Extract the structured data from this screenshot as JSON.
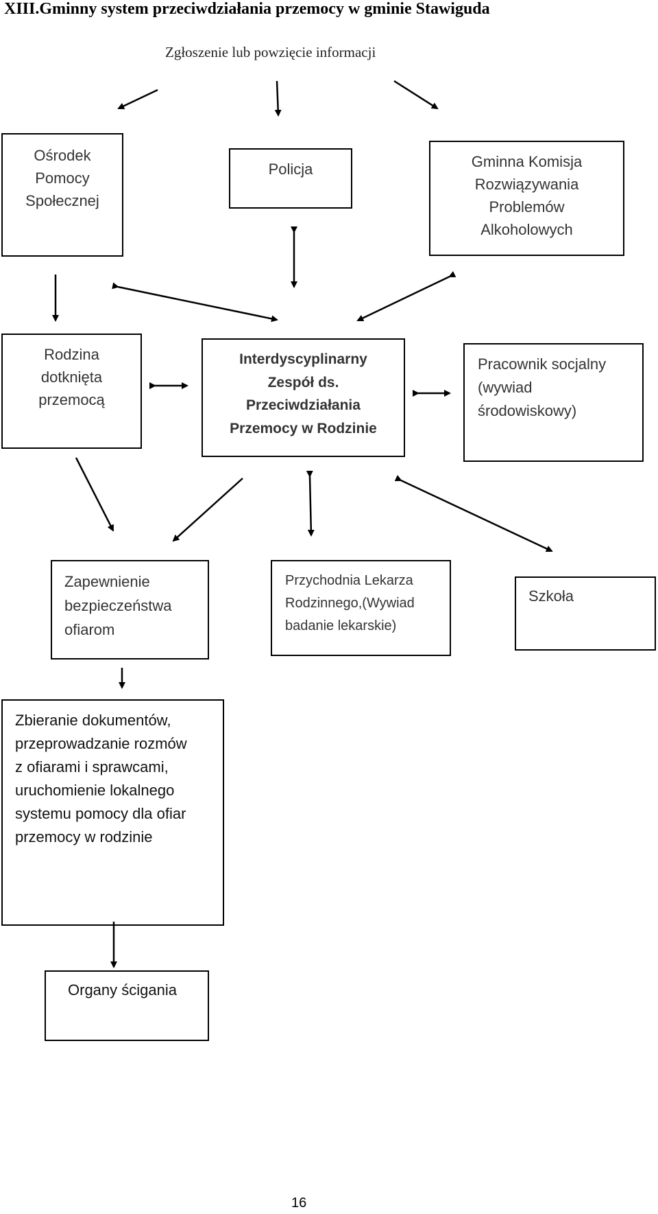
{
  "page": {
    "title": "XIII.Gminny system przeciwdziałania przemocy w gminie Stawiguda",
    "page_number": "16"
  },
  "diagram": {
    "top_label": "Zgłoszenie lub powzięcie informacji",
    "boxes": {
      "osrodek": "Ośrodek\nPomocy\nSpołecznej",
      "policja": "Policja",
      "komisja": "Gminna Komisja\nRozwiązywania\nProblemów\nAlkoholowych",
      "rodzina": "Rodzina\ndotknięta\nprzemocą",
      "zespol": "Interdyscyplinarny\nZespół ds.\nPrzeciwdziałania\nPrzemocy w Rodzinie",
      "pracownik": "Pracownik socjalny\n(wywiad\nśrodowiskowy)",
      "bezpieczenstwo": "Zapewnienie\nbezpieczeństwa\nofiarom",
      "przychodnia": "Przychodnia Lekarza\nRodzinnego,(Wywiad\nbadanie lekarskie)",
      "szkola": "Szkoła",
      "dokumenty": "Zbieranie dokumentów,\nprzeprowadzanie rozmów\nz ofiarami i sprawcami,\nuruchomienie lokalnego\nsystemu pomocy dla ofiar\nprzemocy w rodzinie",
      "organy": "Organy ścigania"
    }
  }
}
